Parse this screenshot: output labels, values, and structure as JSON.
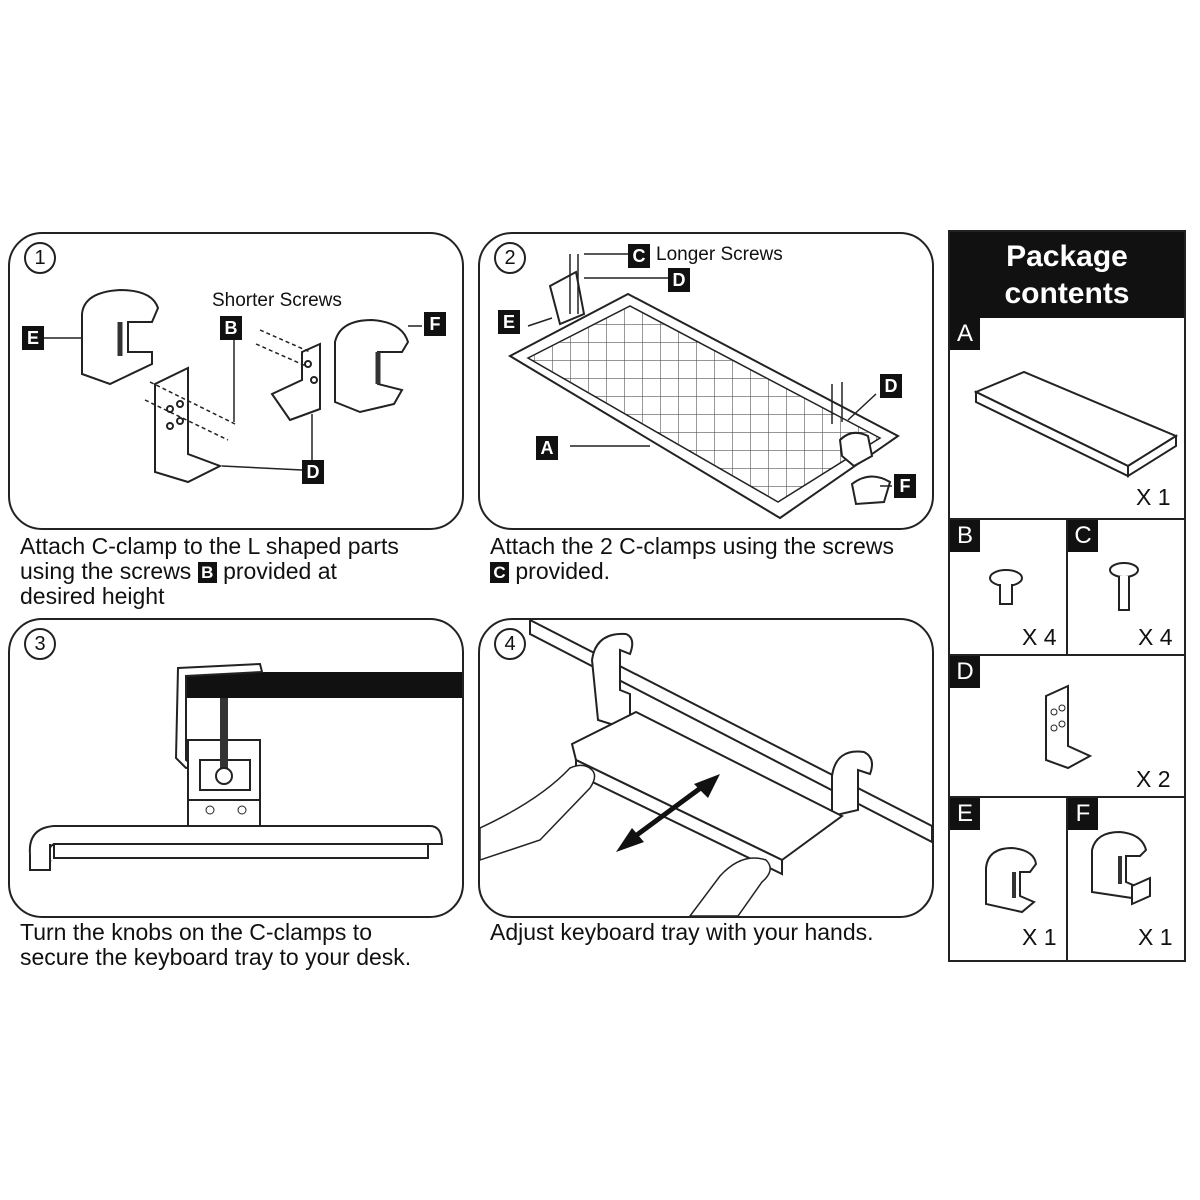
{
  "steps": [
    {
      "number": "1",
      "labels": {
        "E": "E",
        "B": "B",
        "F": "F",
        "D": "D"
      },
      "callout": "Shorter Screws",
      "caption": {
        "line1": "Attach C-clamp to the L shaped parts",
        "line2_pre": "using the screws",
        "tag": "B",
        "line2_post": "provided at",
        "line3": "desired height"
      }
    },
    {
      "number": "2",
      "labels": {
        "C": "C",
        "D_top": "D",
        "E": "E",
        "A": "A",
        "D_right": "D",
        "F": "F"
      },
      "callout": "Longer Screws",
      "caption": {
        "line1": "Attach the 2 C-clamps using the screws",
        "tag": "C",
        "line2_post": "provided."
      }
    },
    {
      "number": "3",
      "caption": {
        "line1": "Turn the knobs on the C-clamps to",
        "line2": "secure the keyboard tray to your desk."
      }
    },
    {
      "number": "4",
      "caption": {
        "line1": "Adjust keyboard tray with your hands."
      }
    }
  ],
  "package": {
    "title_line1": "Package",
    "title_line2": "contents",
    "items": [
      {
        "letter": "A",
        "qty": "X 1"
      },
      {
        "letter": "B",
        "qty": "X 4"
      },
      {
        "letter": "C",
        "qty": "X 4"
      },
      {
        "letter": "D",
        "qty": "X 2"
      },
      {
        "letter": "E",
        "qty": "X 1"
      },
      {
        "letter": "F",
        "qty": "X 1"
      }
    ]
  }
}
